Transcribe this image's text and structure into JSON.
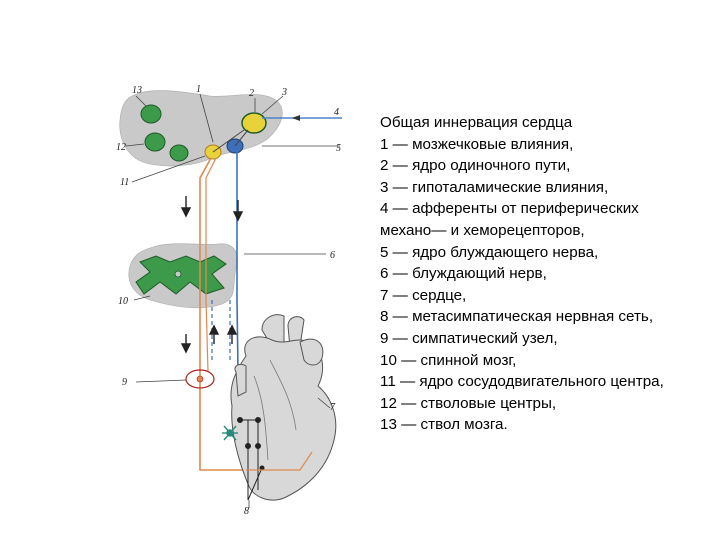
{
  "legend": {
    "title": "Общая иннервация сердца",
    "items": [
      "1 — мозжечковые влияния,",
      "2 — ядро одиночного пути,",
      "3 — гипоталамические влияния,",
      "4 — афференты от периферических механо— и хеморецепторов,",
      "5 — ядро блуждающего нерва,",
      "6 — блуждающий нерв,",
      "7 — сердце,",
      "8 — метасимпатическая нервная сеть,",
      "9 — симпатический узел,",
      "10 — спинной мозг,",
      "11 — ядро сосудодвигательного центра,",
      "12 — стволовые центры,",
      "13 — ствол мозга."
    ]
  },
  "callouts": {
    "n1": "1",
    "n2": "2",
    "n3": "3",
    "n4": "4",
    "n5": "5",
    "n6": "6",
    "n7": "7",
    "n8": "8",
    "n9": "9",
    "n10": "10",
    "n11": "11",
    "n12": "12",
    "n13": "13"
  },
  "colors": {
    "brain_stem_gray": "#c9c9c9",
    "nucleus_green": "#3d9a4a",
    "sympathetic_orange": "#e0894f",
    "vagus_blue": "#3e6fb8",
    "afferent_blue": "#4a86c6",
    "nucleus_yellow": "#e8d23a",
    "heart_gray": "#d8d8d8"
  }
}
